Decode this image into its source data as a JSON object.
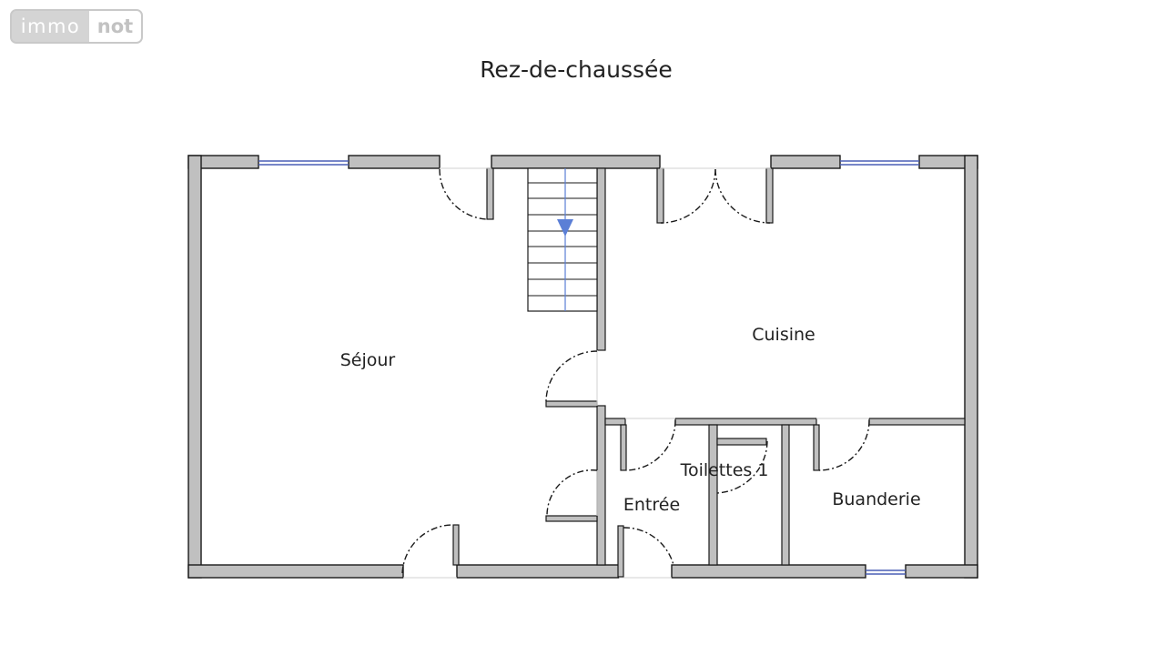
{
  "logo": {
    "part1": "immo",
    "part2": "not"
  },
  "floor_title": "Rez-de-chaussée",
  "rooms": {
    "sejour": "Séjour",
    "cuisine": "Cuisine",
    "entree": "Entrée",
    "toilettes": "Toilettes 1",
    "buanderie": "Buanderie"
  },
  "colors": {
    "wall_fill": "#c0c0c0",
    "wall_stroke": "#1a1a1a",
    "window": "#4a5fb5",
    "stair_arrow": "#5b7fd6"
  }
}
